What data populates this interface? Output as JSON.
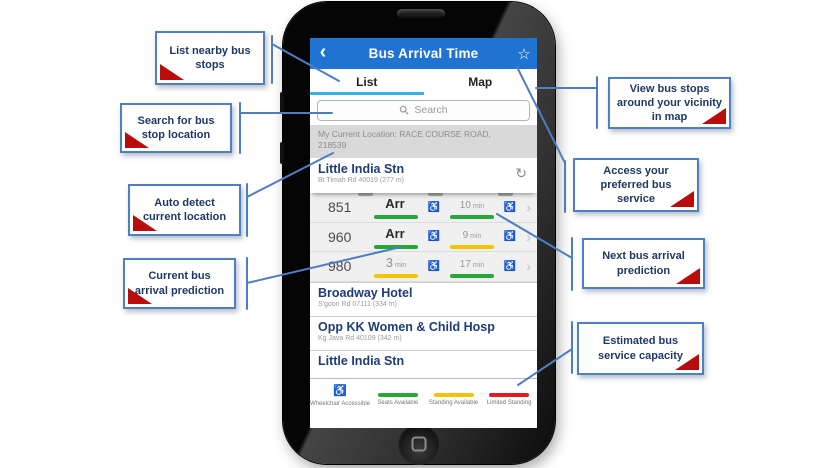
{
  "app": {
    "header": {
      "title": "Bus Arrival Time"
    },
    "icons": {
      "back": "‹",
      "star": "☆",
      "search": "search-magnifier",
      "refresh": "↻",
      "chevron_right": "›",
      "wheelchair": "♿"
    },
    "tabs": {
      "list": "List",
      "map": "Map"
    },
    "search": {
      "placeholder": "Search"
    },
    "location": {
      "line1": "My Current Location: RACE COURSE ROAD,",
      "line2": "218539"
    },
    "station": {
      "name": "Little India Stn",
      "detail": "Bt Timah Rd  40019 (277 m)"
    },
    "arrivals": [
      {
        "service": "851",
        "first_value": "Arr",
        "first_unit": "",
        "first_bar": "#27a737",
        "second_value": "10",
        "second_unit": "min",
        "second_bar": "#27a737"
      },
      {
        "service": "960",
        "first_value": "Arr",
        "first_unit": "",
        "first_bar": "#27a737",
        "second_value": "9",
        "second_unit": "min",
        "second_bar": "#f5c400"
      },
      {
        "service": "980",
        "first_value": "3",
        "first_unit": "min",
        "first_bar": "#f5c400",
        "second_value": "17",
        "second_unit": "min",
        "second_bar": "#27a737"
      }
    ],
    "stops": [
      {
        "name": "Broadway Hotel",
        "detail": "S'goon Rd  07111 (334 m)"
      },
      {
        "name": "Opp KK Women & Child Hosp",
        "detail": "Kg Java Rd  40109 (342 m)"
      },
      {
        "name": "Little India Stn",
        "detail": ""
      }
    ],
    "legend": [
      {
        "label": "Wheelchair Accessible",
        "color": ""
      },
      {
        "label": "Seats Available",
        "color": "#27a737"
      },
      {
        "label": "Standing Available",
        "color": "#f5c400"
      },
      {
        "label": "Limited Standing",
        "color": "#e01b22"
      }
    ]
  },
  "callouts": {
    "left": [
      {
        "text": "List nearby bus stops"
      },
      {
        "text": "Search for bus stop location"
      },
      {
        "text": "Auto detect current location"
      },
      {
        "text": "Current bus arrival prediction"
      }
    ],
    "right": [
      {
        "text": "View bus stops around your vicinity in map"
      },
      {
        "text": "Access your preferred bus service"
      },
      {
        "text": "Next bus arrival prediction"
      },
      {
        "text": "Estimated bus service capacity"
      }
    ]
  },
  "colors": {
    "header_blue": "#2173d2",
    "tab_underline": "#3ab0e8",
    "callout_border": "#4e7fc0",
    "callout_text": "#1f3864",
    "triangle_red": "#b90d0d",
    "green": "#27a737",
    "yellow": "#f5c400",
    "red": "#e01b22"
  }
}
